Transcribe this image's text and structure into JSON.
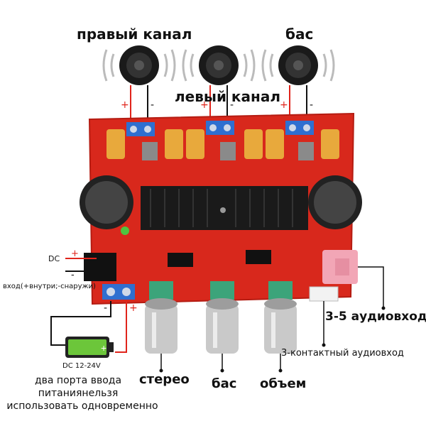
{
  "labels": {
    "right_channel": "правый канал",
    "left_channel": "левый канал",
    "bass_top": "бас",
    "dc": "DC",
    "input_polarity": "вход(+внутри;-снаружи)",
    "audio_in_35": "3-5 аудиовход",
    "audio_in_3pin": "3-контактный аудиовход",
    "battery_voltage": "DC 12-24V",
    "power_note_line1": "два порта ввода",
    "power_note_line2": "питаниянельзя",
    "power_note_line3": "использовать одновременно",
    "knob_stereo": "стерео",
    "knob_bass": "бас",
    "knob_volume": "объем"
  },
  "polarity": {
    "plus": "+",
    "minus": "-"
  },
  "colors": {
    "pcb": "#d8281c",
    "heatsink": "#1a1a1a",
    "terminal": "#2f6fd0",
    "knob": "#c9c9c9",
    "wire_red": "#e0241b",
    "wire_black": "#111111",
    "battery": "#6cc63a",
    "jack_pink": "#f2a6b6"
  }
}
